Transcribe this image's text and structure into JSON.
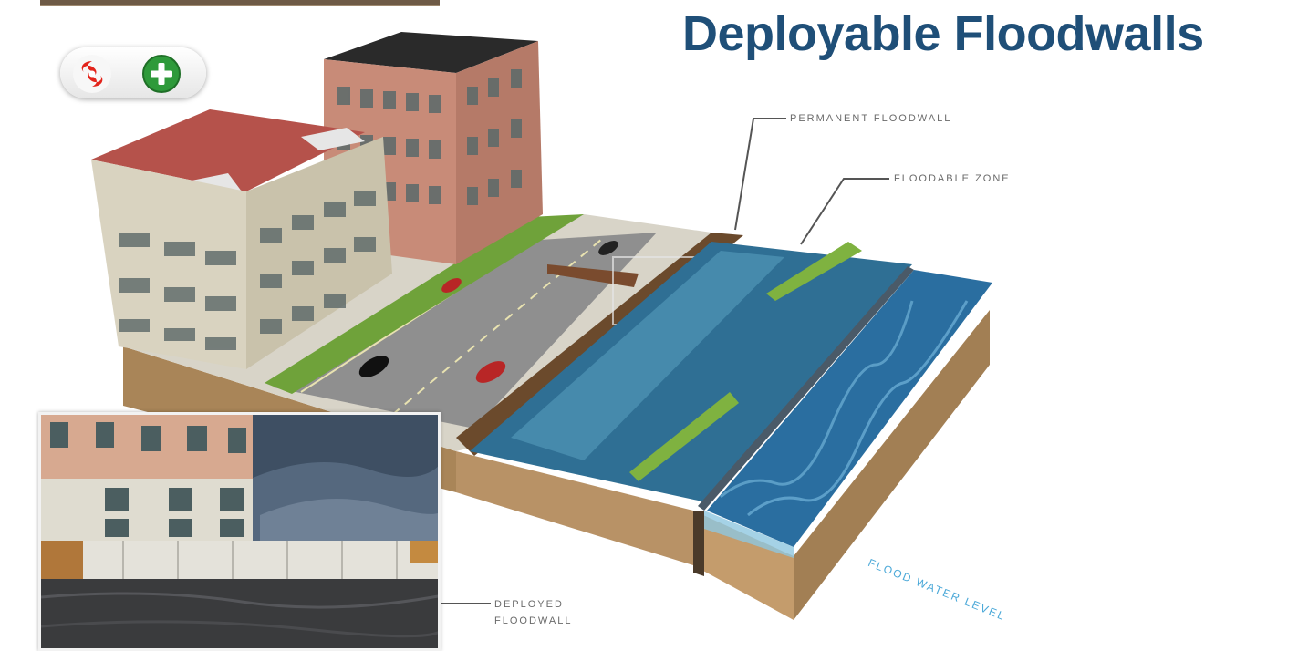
{
  "title": "Deployable Floodwalls",
  "colors": {
    "title": "#1f4f78",
    "water": "#2f6f94",
    "water_light": "#5aa0c0",
    "soil": "#b89266",
    "building_pink": "#c88b78",
    "building_beige": "#d9d3c0",
    "roof_red": "#b5524b",
    "greenery": "#7fb240",
    "callout_water": "#4aa8d8"
  },
  "icons": {
    "hurricane": "hurricane-icon",
    "add": "plus-circle-icon"
  },
  "labels": {
    "permanent_floodwall": "Permanent floodwall",
    "floodable_zone": "Floodable zone",
    "deployed_floodwall": "Deployed floodwall",
    "flood_water_level": "Flood water level"
  }
}
